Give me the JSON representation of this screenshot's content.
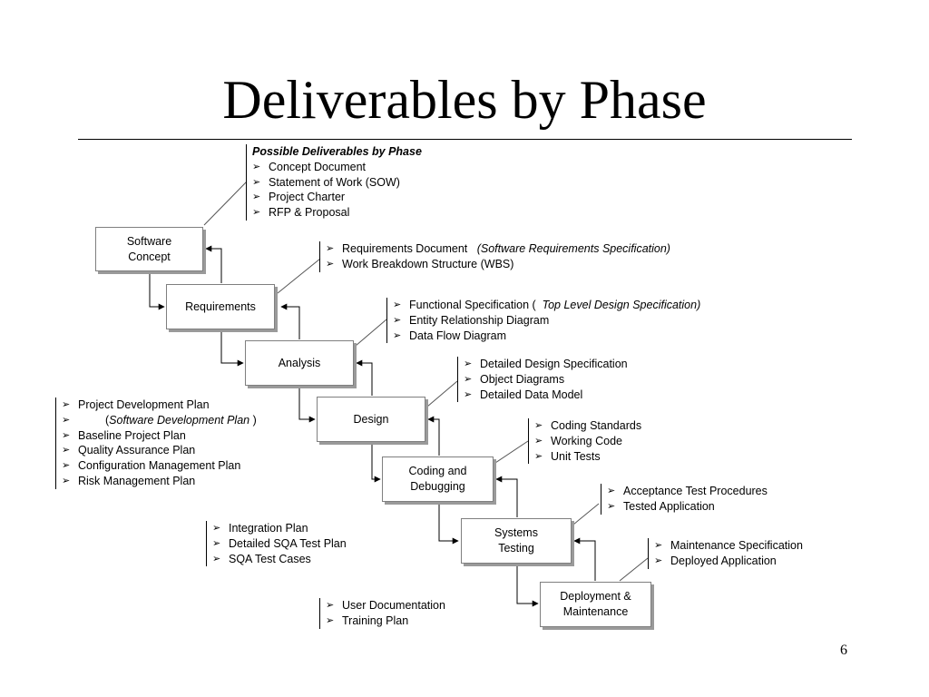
{
  "title": "Deliverables by Phase",
  "page_number": "6",
  "phases": [
    {
      "label": "Software\nConcept"
    },
    {
      "label": "Requirements"
    },
    {
      "label": "Analysis"
    },
    {
      "label": "Design"
    },
    {
      "label": "Coding and\nDebugging"
    },
    {
      "label": "Systems\nTesting"
    },
    {
      "label": "Deployment &\nMaintenance"
    }
  ],
  "deliverables": {
    "concept": {
      "heading": "Possible Deliverables by Phase",
      "items": [
        "Concept Document",
        "Statement of Work (SOW)",
        "Project Charter",
        "RFP & Proposal"
      ]
    },
    "requirements": {
      "items": [
        {
          "text": "Requirements Document",
          "italic": "(Software Requirements Specification)"
        },
        {
          "text": "Work Breakdown Structure (WBS)"
        }
      ]
    },
    "analysis": {
      "items": [
        {
          "text": "Functional Specification (",
          "italic": "Top Level Design Specification)"
        },
        {
          "text": "Entity Relationship Diagram"
        },
        {
          "text": "Data Flow Diagram"
        }
      ]
    },
    "design": {
      "items": [
        "Detailed Design Specification",
        "Object Diagrams",
        "Detailed Data Model"
      ]
    },
    "coding": {
      "items": [
        "Coding Standards",
        "Working Code",
        "Unit Tests"
      ]
    },
    "testing": {
      "items": [
        "Acceptance Test Procedures",
        "Tested Application"
      ]
    },
    "deployment": {
      "items": [
        "Maintenance Specification",
        "Deployed Application"
      ]
    },
    "project_plans": {
      "items": [
        {
          "text": "Project Development Plan"
        },
        {
          "italic": "Software Development Plan"
        },
        {
          "text": "Baseline Project Plan"
        },
        {
          "text": "Quality Assurance Plan"
        },
        {
          "text": "Configuration Management Plan"
        },
        {
          "text": "Risk Management Plan"
        }
      ]
    },
    "test_plans": {
      "items": [
        "Integration Plan",
        "Detailed SQA Test Plan",
        "SQA Test Cases"
      ]
    },
    "user_docs": {
      "items": [
        "User Documentation",
        "Training Plan"
      ]
    }
  }
}
